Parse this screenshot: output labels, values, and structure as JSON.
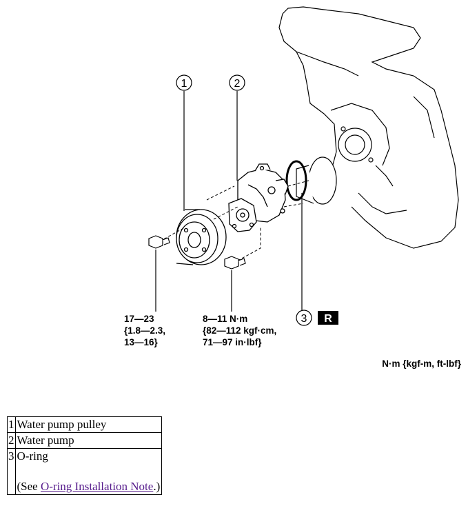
{
  "callouts": {
    "c1": "1",
    "c2": "2",
    "c3": "3",
    "r_badge": "R"
  },
  "torque_pulley": {
    "line1": "17—23",
    "line2": "{1.8—2.3,",
    "line3": "13—16}"
  },
  "torque_pump": {
    "line1": "8—11 N·m",
    "line2": "{82—112 kgf·cm,",
    "line3": "71—97 in·lbf}"
  },
  "units": "N·m {kgf-m, ft-lbf}",
  "parts": [
    {
      "num": "1",
      "name": "Water pump pulley"
    },
    {
      "num": "2",
      "name": "Water pump"
    },
    {
      "num": "3",
      "name": "O-ring",
      "note_prefix": "(See ",
      "note_link": "O-ring Installation Note",
      "note_suffix": ".)"
    }
  ]
}
